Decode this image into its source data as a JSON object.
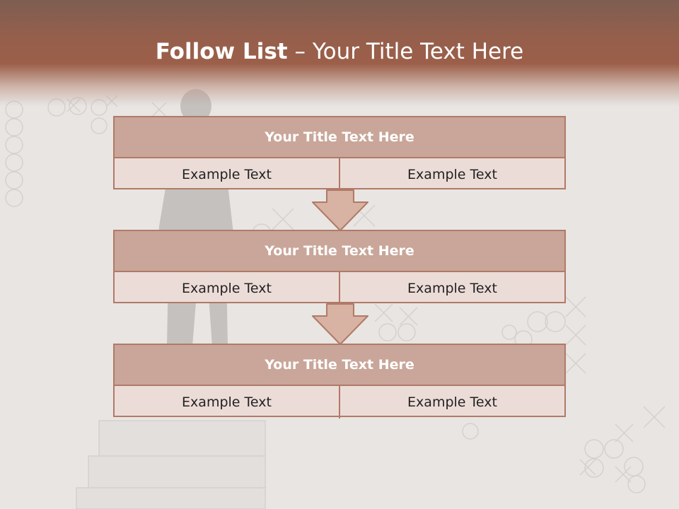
{
  "slide": {
    "title_bold": "Follow List",
    "title_separator": " – ",
    "title_rest": "Your Title Text Here"
  },
  "blocks": [
    {
      "title": "Your Title Text Here",
      "cells": [
        "Example Text",
        "Example Text"
      ]
    },
    {
      "title": "Your Title Text Here",
      "cells": [
        "Example Text",
        "Example Text"
      ]
    },
    {
      "title": "Your Title Text Here",
      "cells": [
        "Example Text",
        "Example Text"
      ]
    }
  ],
  "colors": {
    "header": "#9c5f49",
    "block_header": "#c9a699",
    "block_border": "#b07a68",
    "block_body": "#ecdcd7",
    "arrow_fill": "#d8b2a3"
  }
}
